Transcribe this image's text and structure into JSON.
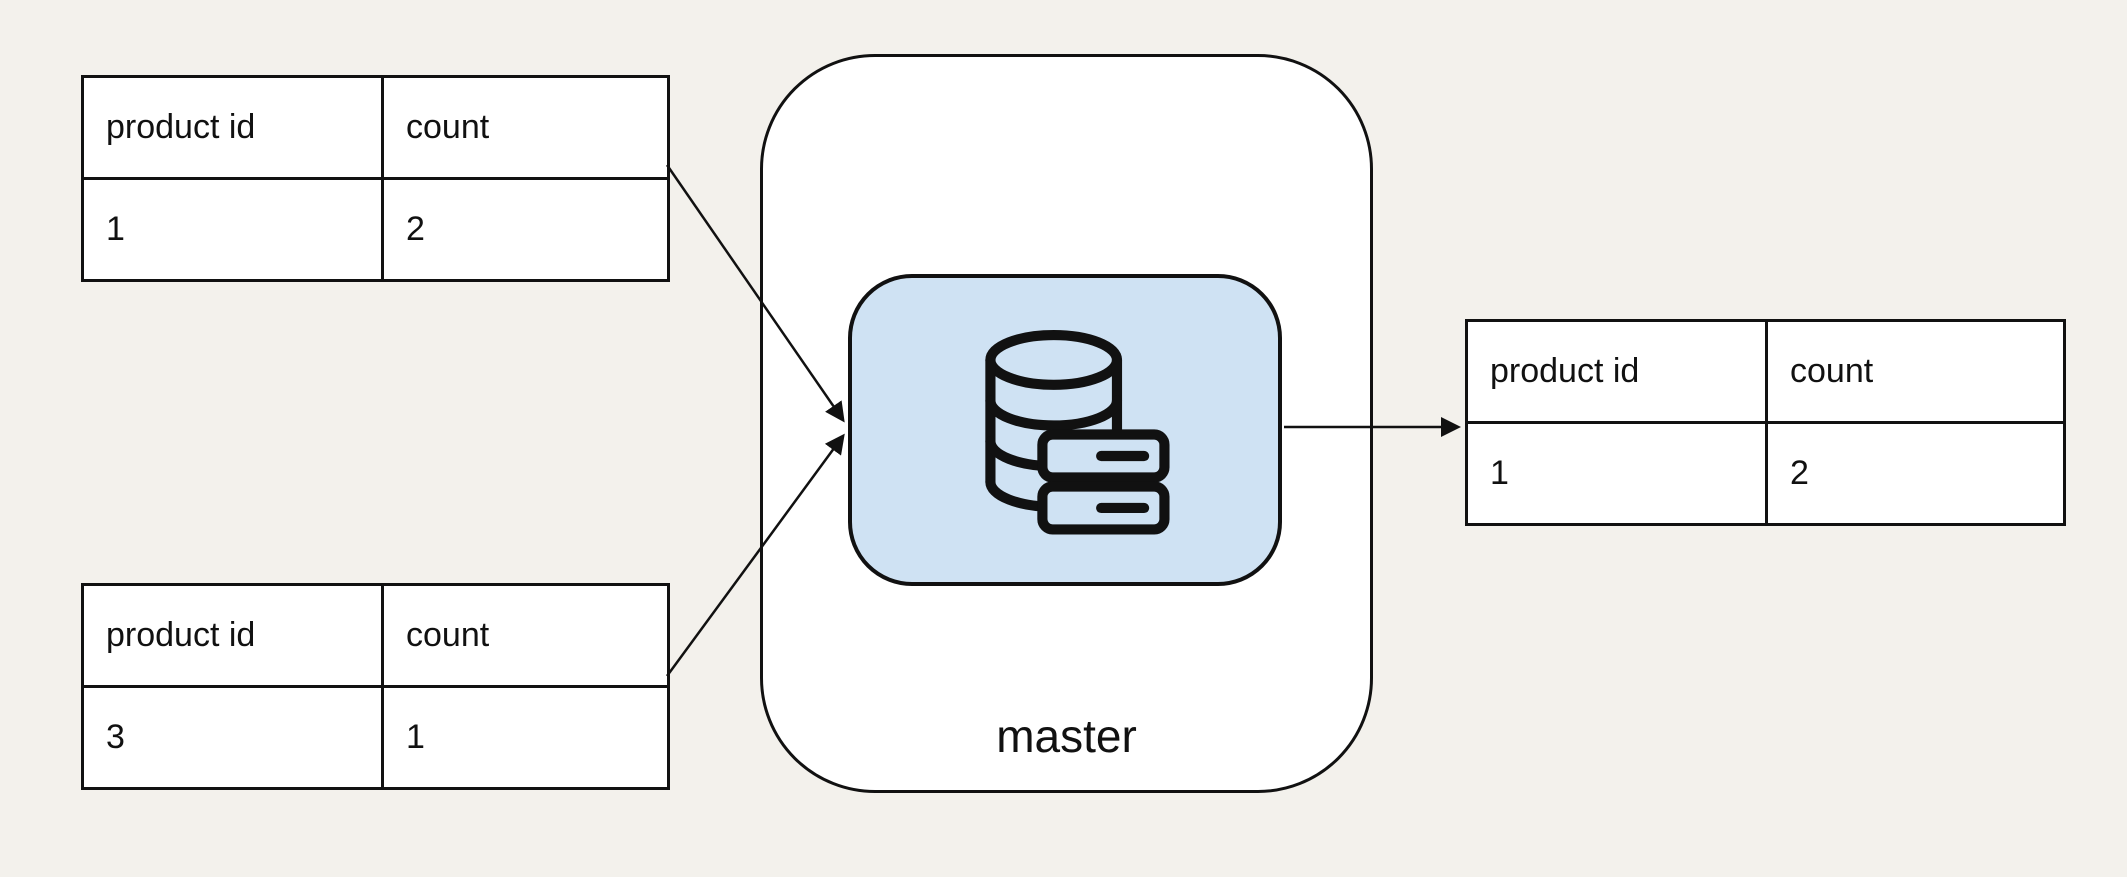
{
  "colors": {
    "background": "#f3f1ec",
    "node_fill": "#cfe2f3",
    "stroke": "#111111",
    "table_background": "#ffffff"
  },
  "master": {
    "label": "master",
    "icon": "database-server-icon"
  },
  "tables": {
    "input_top": {
      "headers": [
        "product id",
        "count"
      ],
      "rows": [
        [
          "1",
          "2"
        ]
      ]
    },
    "input_bottom": {
      "headers": [
        "product id",
        "count"
      ],
      "rows": [
        [
          "3",
          "1"
        ]
      ]
    },
    "output": {
      "headers": [
        "product id",
        "count"
      ],
      "rows": [
        [
          "1",
          "2"
        ]
      ]
    }
  },
  "arrows": {
    "top_input_to_master": "input_top -> master",
    "bottom_input_to_master": "input_bottom -> master",
    "master_to_output": "master -> output"
  }
}
